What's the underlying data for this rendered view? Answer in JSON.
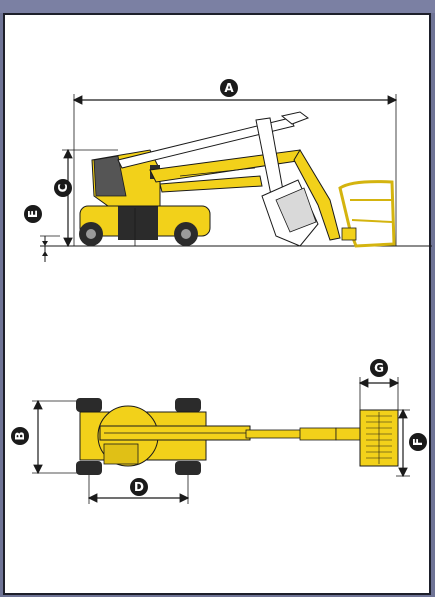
{
  "diagram": {
    "dimension_labels": {
      "a": "A",
      "b": "B",
      "c": "C",
      "d": "D",
      "e": "E",
      "f": "F",
      "g": "G"
    },
    "colors": {
      "machine_yellow": "#f2d11a",
      "machine_dark": "#2b2b2b",
      "line": "#1a1a1a",
      "background_frame": "#6f7496"
    }
  }
}
